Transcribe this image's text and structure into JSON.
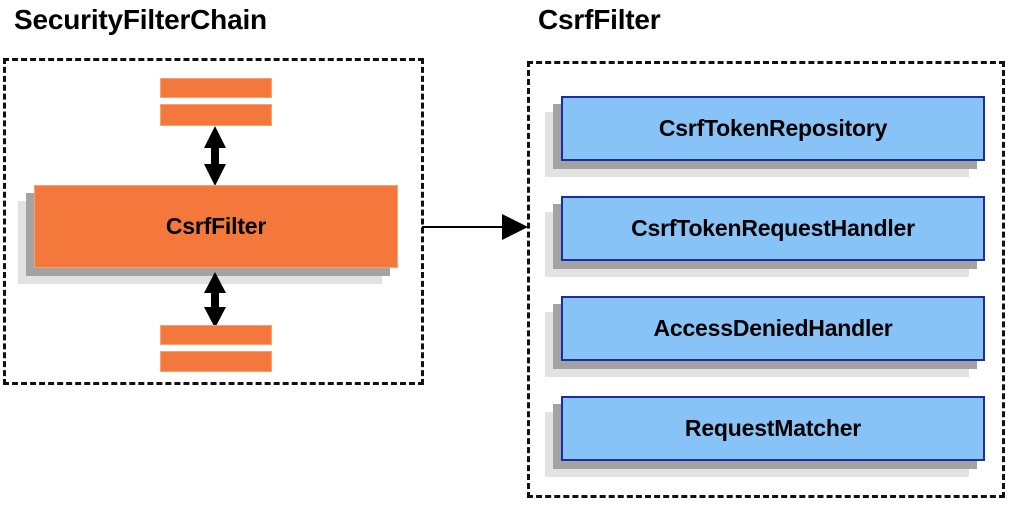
{
  "diagram": {
    "title_left": "SecurityFilterChain",
    "title_right": "CsrfFilter",
    "colors": {
      "orange_fill": "#f4783c",
      "orange_border": "#f9a071",
      "blue_fill": "#87c3f7",
      "blue_border": "#1b2da3",
      "shadow_near": "#a3a3a3",
      "shadow_far": "#e2e2e2",
      "dashed_border": "#111111",
      "text": "#000000"
    },
    "left_panel": {
      "title": "SecurityFilterChain",
      "filter_box_label": "CsrfFilter",
      "bars_above": [
        "filter-bar-above-1",
        "filter-bar-above-2"
      ],
      "bars_below": [
        "filter-bar-below-1",
        "filter-bar-below-2"
      ],
      "arrow_up_down": "bidirectional-vertical-arrow"
    },
    "right_panel": {
      "title": "CsrfFilter",
      "collaborators": [
        {
          "label": "CsrfTokenRepository"
        },
        {
          "label": "CsrfTokenRequestHandler"
        },
        {
          "label": "AccessDeniedHandler"
        },
        {
          "label": "RequestMatcher"
        }
      ]
    },
    "connector": {
      "name": "csrffilter-expansion-arrow",
      "direction": "left-to-right"
    }
  }
}
